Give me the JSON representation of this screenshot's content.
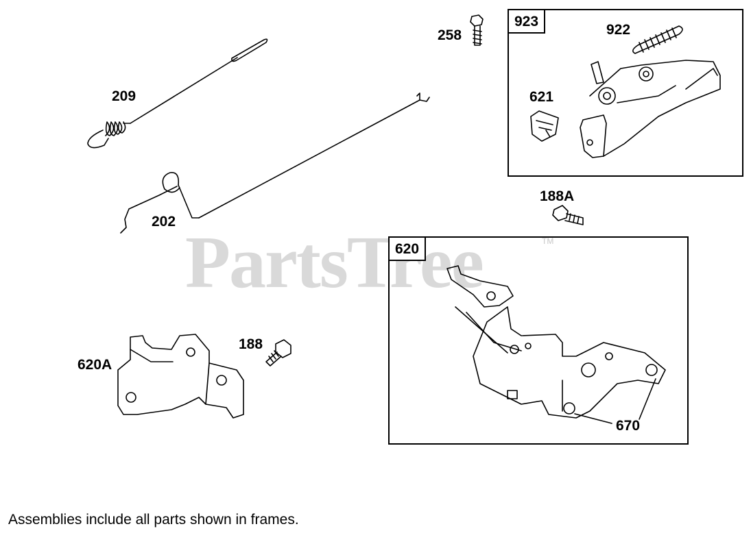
{
  "watermark": {
    "text": "PartsTree",
    "trademark": "TM"
  },
  "frames": [
    {
      "id": "923"
    },
    {
      "id": "620"
    }
  ],
  "labels": {
    "p209": "209",
    "p202": "202",
    "p258": "258",
    "p922": "922",
    "p621": "621",
    "p188A": "188A",
    "p620A": "620A",
    "p188": "188",
    "p670": "670"
  },
  "footer": "Assemblies include all parts shown in frames.",
  "colors": {
    "line": "#000000",
    "watermark": "#d9d9d9",
    "background": "#ffffff"
  }
}
